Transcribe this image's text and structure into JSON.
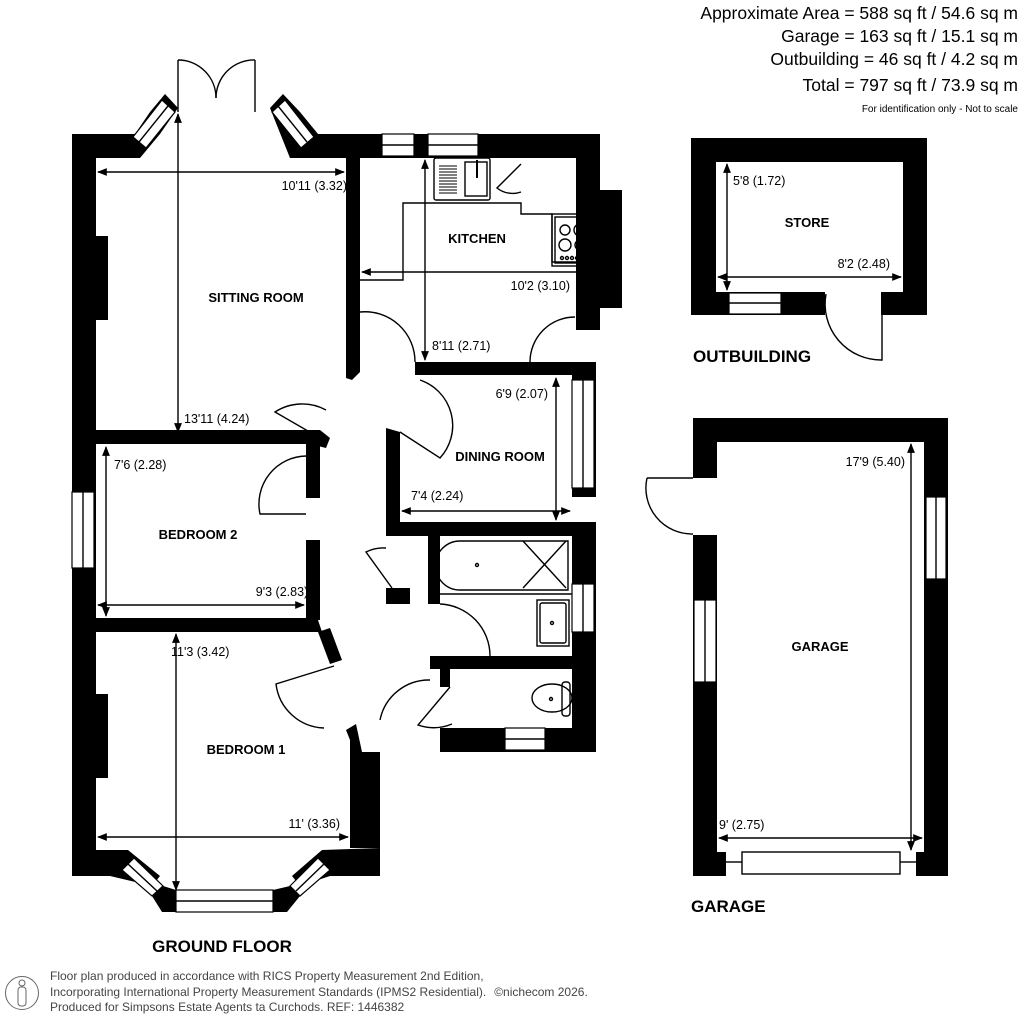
{
  "areas": {
    "approximate": "Approximate Area = 588 sq ft / 54.6 sq m",
    "garage": "Garage = 163 sq ft / 15.1 sq m",
    "outbuilding": "Outbuilding = 46 sq ft / 4.2 sq m",
    "total": "Total = 797 sq ft / 73.9 sq m",
    "note": "For identification only - Not to scale"
  },
  "rooms": {
    "sitting_room": {
      "label": "SITTING ROOM",
      "width": "10'11 (3.32)",
      "length": "13'11 (4.24)"
    },
    "kitchen": {
      "label": "KITCHEN",
      "width": "10'2 (3.10)",
      "length": "8'11 (2.71)"
    },
    "dining_room": {
      "label": "DINING ROOM",
      "length": "6'9 (2.07)",
      "width": "7'4 (2.24)"
    },
    "bedroom_2": {
      "label": "BEDROOM 2",
      "length": "7'6 (2.28)",
      "width": "9'3 (2.83)"
    },
    "bedroom_1": {
      "label": "BEDROOM 1",
      "length": "11'3 (3.42)",
      "width": "11' (3.36)"
    },
    "store": {
      "label": "STORE",
      "length": "5'8 (1.72)",
      "width": "8'2 (2.48)"
    },
    "garage": {
      "label": "GARAGE",
      "length": "17'9 (5.40)",
      "width": "9' (2.75)"
    }
  },
  "floors": {
    "ground": "GROUND FLOOR",
    "outbuilding": "OUTBUILDING",
    "garage": "GARAGE"
  },
  "footer": {
    "line1": "Floor plan produced in accordance with RICS Property Measurement 2nd Edition,",
    "line2": "Incorporating International Property Measurement Standards (IPMS2 Residential).",
    "copyright": "©nichecom 2026.",
    "line3": "Produced for Simpsons Estate Agents ta Curchods.   REF: 1446382"
  }
}
